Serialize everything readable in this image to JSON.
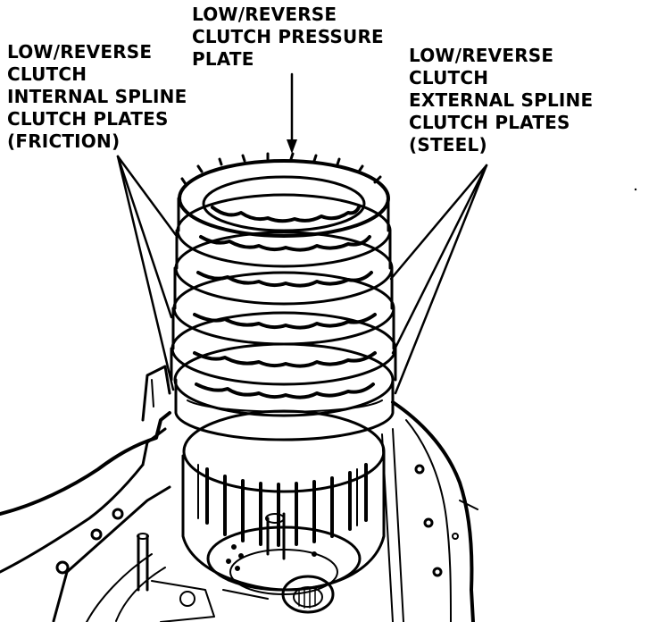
{
  "labels": {
    "pressure_plate": {
      "lines": [
        "LOW/REVERSE",
        "CLUTCH PRESSURE",
        "PLATE"
      ]
    },
    "friction_plates": {
      "lines": [
        "LOW/REVERSE",
        "CLUTCH",
        "INTERNAL SPLINE",
        "CLUTCH PLATES",
        "(FRICTION)"
      ]
    },
    "steel_plates": {
      "lines": [
        "LOW/REVERSE",
        "CLUTCH",
        "EXTERNAL SPLINE",
        "CLUTCH PLATES",
        "(STEEL)"
      ]
    }
  },
  "colors": {
    "ink": "#000000",
    "paper": "#ffffff"
  }
}
